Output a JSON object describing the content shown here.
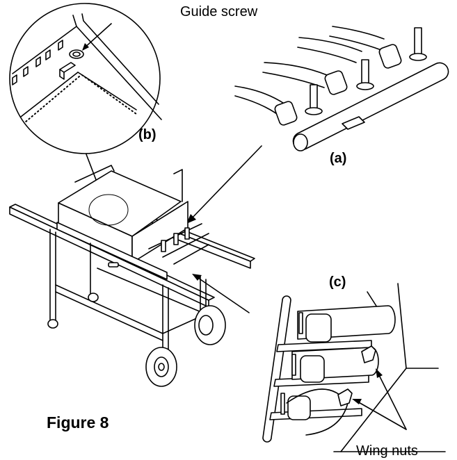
{
  "figure_title": "Figure 8",
  "labels": {
    "guide_screw": "Guide screw",
    "detail_a": "(a)",
    "detail_b": "(b)",
    "detail_c": "(c)",
    "wing_nuts": "Wing nuts"
  },
  "icons": [
    "burner-assembly-drawing",
    "guide-screw-detail-circle",
    "wing-nut-detail-drawing",
    "grill-cart-drawing"
  ]
}
